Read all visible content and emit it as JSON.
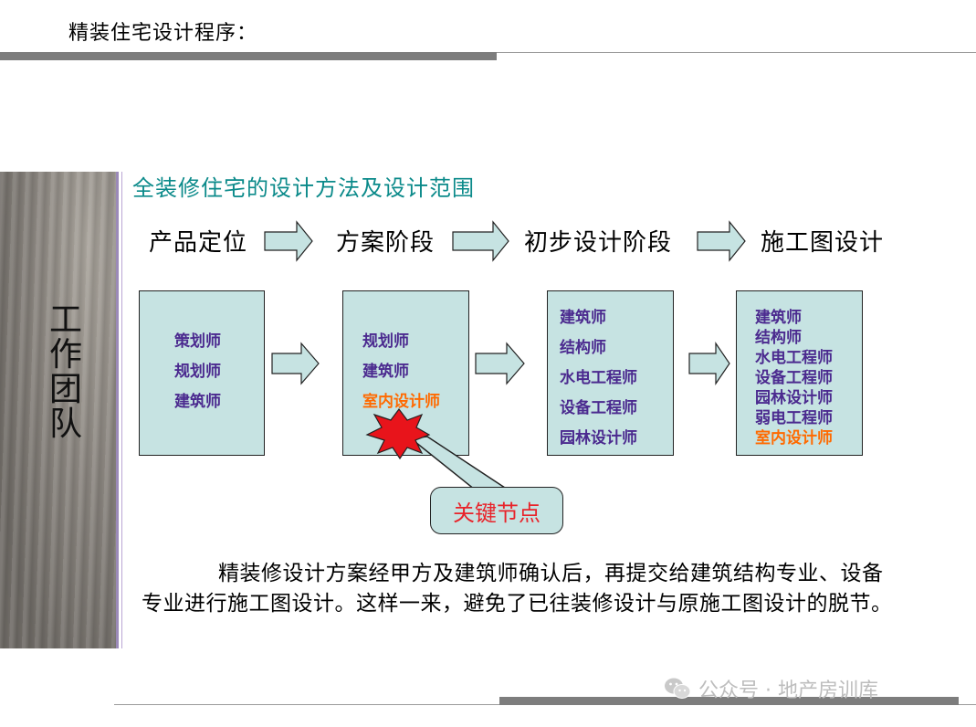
{
  "header": {
    "title": "精装住宅设计程序："
  },
  "side": {
    "label": "工作团队"
  },
  "section": {
    "title": "全装修住宅的设计方法及设计范围"
  },
  "stages": [
    "产品定位",
    "方案阶段",
    "初步设计阶段",
    "施工图设计"
  ],
  "boxes": [
    {
      "roles": [
        "策划师",
        "规划师",
        "建筑师"
      ]
    },
    {
      "roles": [
        "规划师",
        "建筑师",
        "室内设计师"
      ]
    },
    {
      "roles": [
        "建筑师",
        "结构师",
        "水电工程师",
        "设备工程师",
        "园林设计师"
      ]
    },
    {
      "roles": [
        "建筑师",
        "结构师",
        "水电工程师",
        "设备工程师",
        "园林设计师",
        "弱电工程师",
        "室内设计师"
      ]
    }
  ],
  "callout": {
    "text": "关键节点"
  },
  "paragraph": "精装修设计方案经甲方及建筑师确认后，再提交给建筑结构专业、设备专业进行施工图设计。这样一来，避免了已往装修设计与原施工图设计的脱节。",
  "watermark": {
    "text": "公众号 · 地产房训库"
  },
  "colors": {
    "box_fill": "#c6e3e2",
    "role_text": "#4b2a8f",
    "highlight": "#ff6a00",
    "title_teal": "#0b8a8a",
    "callout_text": "#e8232a"
  }
}
